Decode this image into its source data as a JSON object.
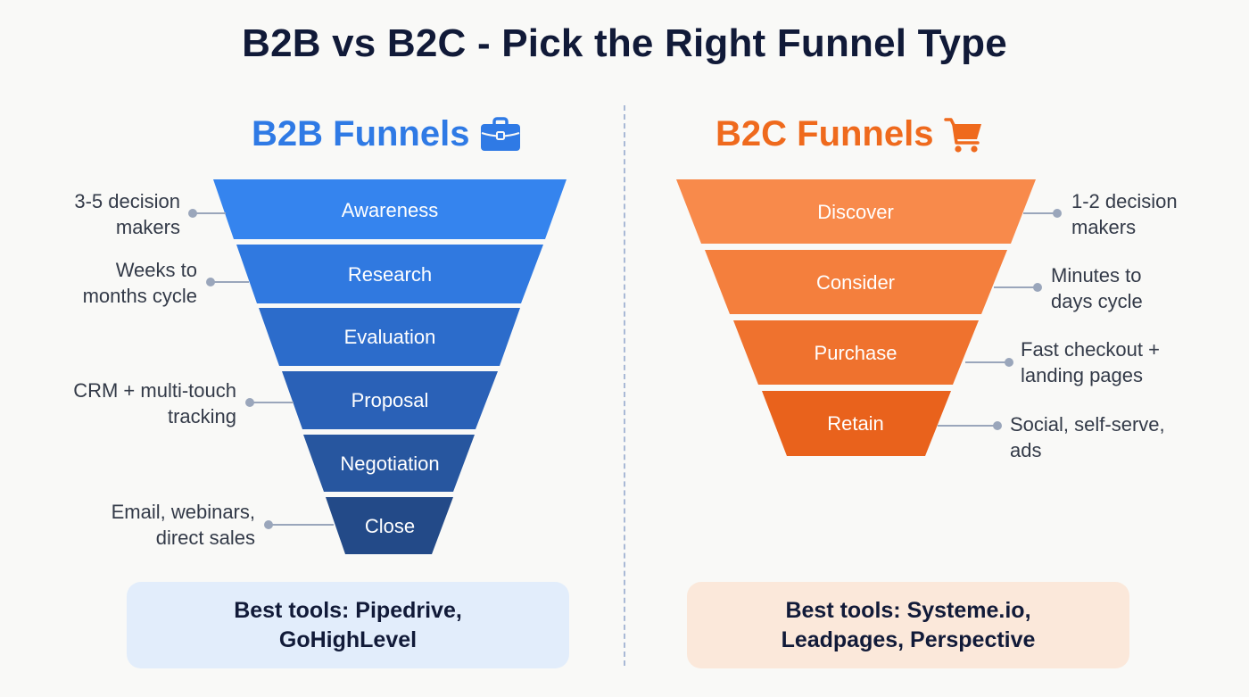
{
  "title": "B2B vs B2C - Pick the Right Funnel Type",
  "colors": {
    "title": "#111a38",
    "b2b_accent": "#2f7ae5",
    "b2c_accent": "#ef6a1d",
    "note_text": "#333a48",
    "connector": "#9aa6bb",
    "divider": "#a9b9d6",
    "b2b_tools_bg": "#e2edfb",
    "b2c_tools_bg": "#fbe8da"
  },
  "b2b": {
    "heading": "B2B Funnels",
    "icon": "briefcase-icon",
    "stages": [
      {
        "label": "Awareness",
        "color": "#3584ee"
      },
      {
        "label": "Research",
        "color": "#3079e0"
      },
      {
        "label": "Evaluation",
        "color": "#2c6ccb"
      },
      {
        "label": "Proposal",
        "color": "#2a61b7"
      },
      {
        "label": "Negotiation",
        "color": "#27569f"
      },
      {
        "label": "Close",
        "color": "#234a88"
      }
    ],
    "notes": [
      {
        "line1": "3-5 decision",
        "line2": "makers"
      },
      {
        "line1": "Weeks to",
        "line2": "months cycle"
      },
      {
        "line1": "CRM + multi-touch",
        "line2": "tracking"
      },
      {
        "line1": "Email, webinars,",
        "line2": "direct sales"
      }
    ],
    "tools": {
      "line1": "Best tools: Pipedrive,",
      "line2": "GoHighLevel"
    }
  },
  "b2c": {
    "heading": "B2C Funnels",
    "icon": "shopping-cart-icon",
    "stages": [
      {
        "label": "Discover",
        "color": "#f88a4b"
      },
      {
        "label": "Consider",
        "color": "#f47f3d"
      },
      {
        "label": "Purchase",
        "color": "#ef722e"
      },
      {
        "label": "Retain",
        "color": "#e9621c"
      }
    ],
    "notes": [
      {
        "line1": "1-2 decision",
        "line2": "makers"
      },
      {
        "line1": "Minutes to",
        "line2": "days cycle"
      },
      {
        "line1": "Fast checkout +",
        "line2": "landing pages"
      },
      {
        "line1": "Social, self-serve,",
        "line2": "ads"
      }
    ],
    "tools": {
      "line1": "Best tools: Systeme.io,",
      "line2": "Leadpages, Perspective"
    }
  }
}
